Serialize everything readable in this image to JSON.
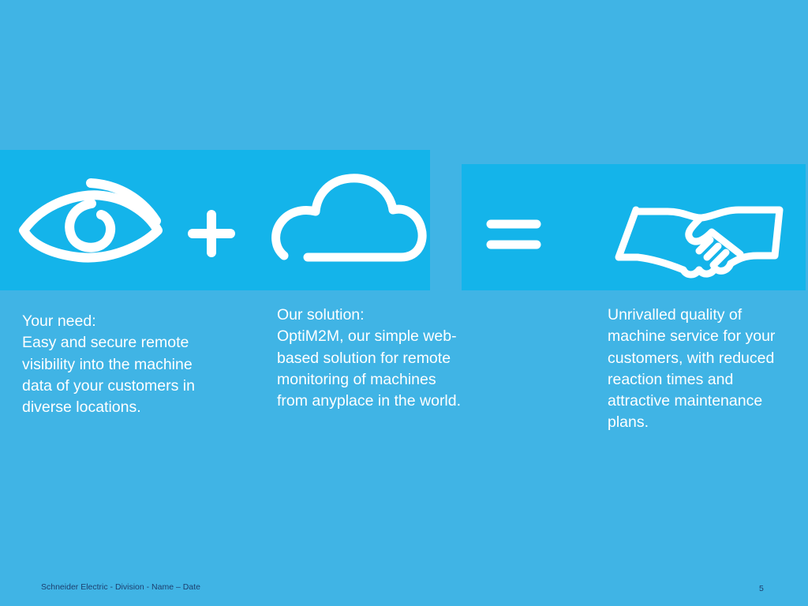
{
  "colors": {
    "background": "#40b4e5",
    "band": "#14b4ea",
    "text": "#ffffff",
    "footer_text": "#1d3f6e"
  },
  "icons": {
    "need": "eye-icon",
    "plus": "plus-icon",
    "solution": "cloud-icon",
    "equals": "equals-icon",
    "result": "handshake-icon"
  },
  "content": {
    "need_text": "Your need:\nEasy and secure remote visibility into the machine data of your customers in diverse locations.",
    "solution_text": "Our solution:\nOptiM2M, our simple web-based solution for remote monitoring of machines from anyplace in the world.",
    "result_text": "Unrivalled quality of machine service for your customers, with reduced reaction times and attractive maintenance plans."
  },
  "footer": {
    "label": "Schneider Electric - Division - Name – Date",
    "page_number": "5"
  }
}
